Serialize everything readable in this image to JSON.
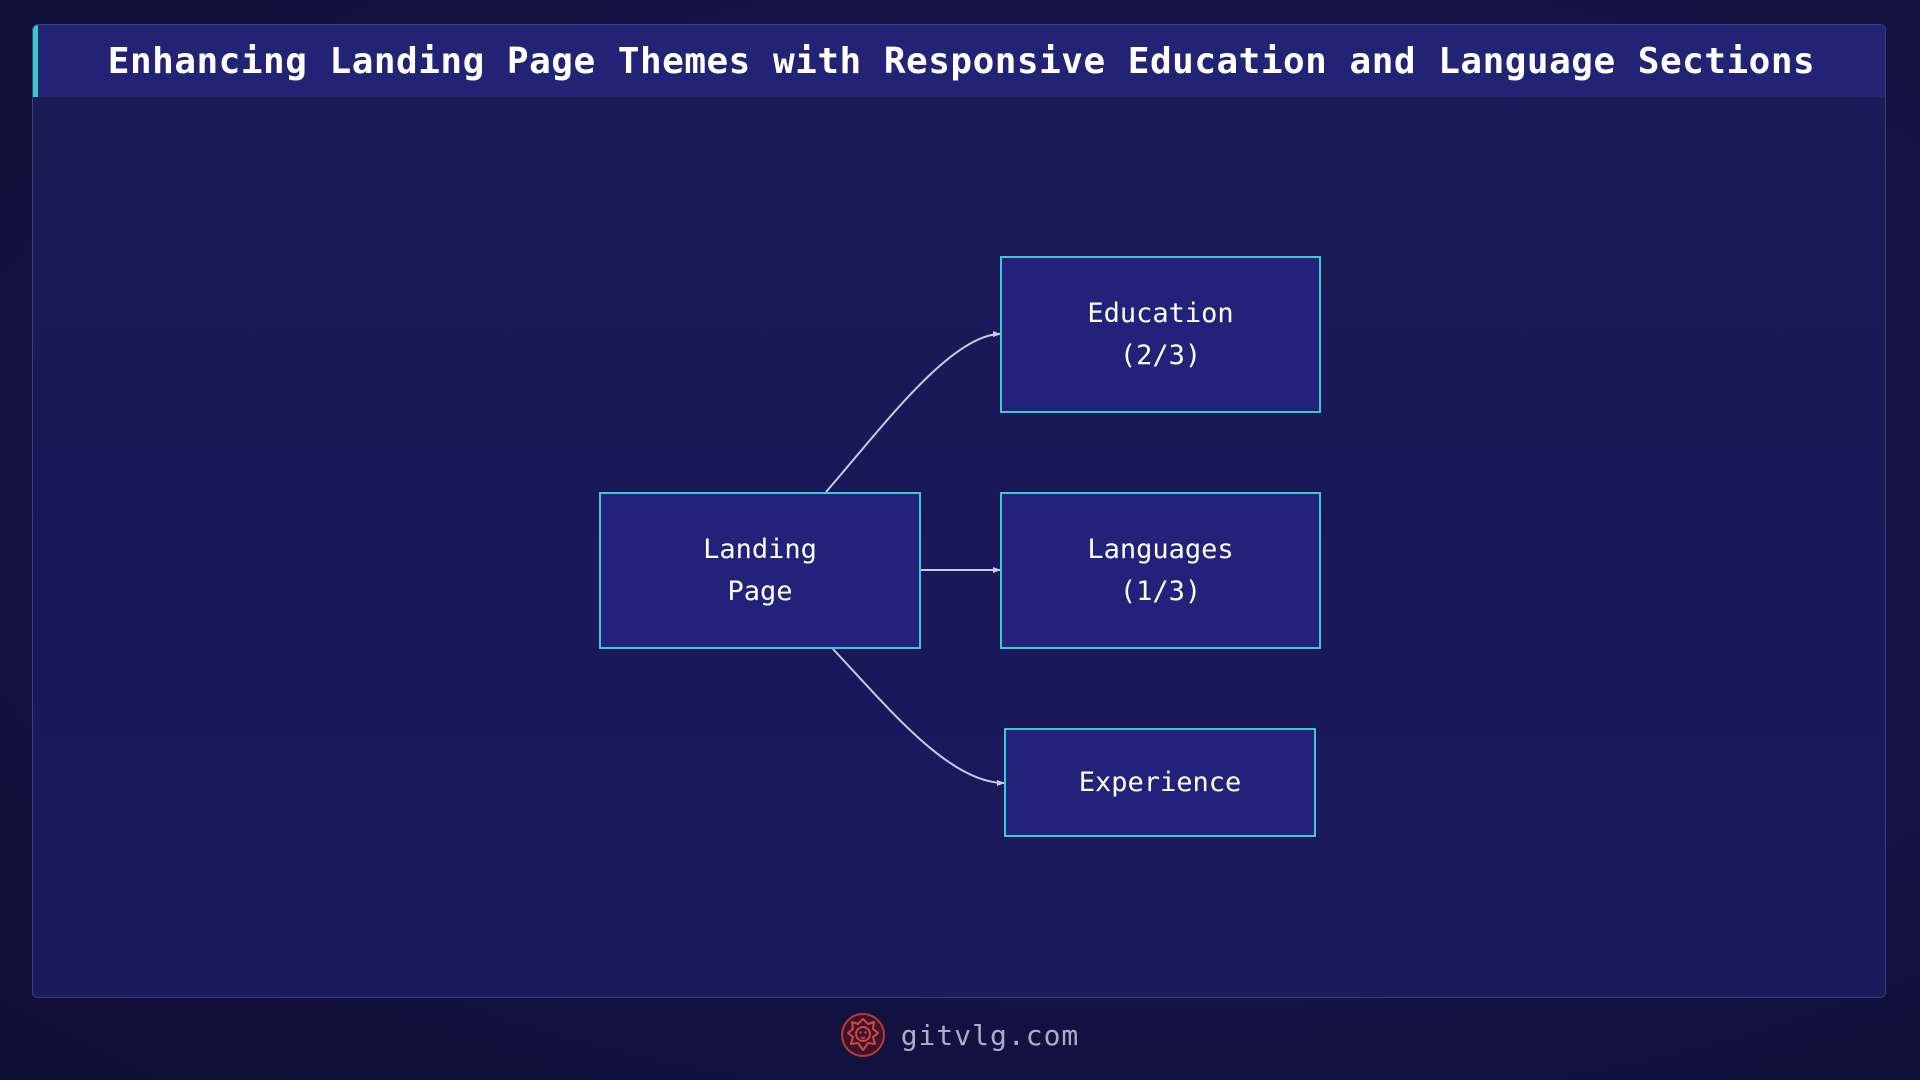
{
  "title": "Enhancing Landing Page Themes with Responsive Education and Language Sections",
  "colors": {
    "background": "#141449",
    "title_bar": "#232376",
    "title_accent": "#37c9c9",
    "node_fill": "#22227a",
    "node_border": "#3fc8cf",
    "edge": "#c9cbe0",
    "logo": "#c0392b"
  },
  "diagram": {
    "nodes": [
      {
        "id": "landing",
        "lines": [
          "Landing",
          "Page"
        ]
      },
      {
        "id": "education",
        "lines": [
          "Education",
          "(2/3)"
        ]
      },
      {
        "id": "languages",
        "lines": [
          "Languages",
          "(1/3)"
        ]
      },
      {
        "id": "experience",
        "lines": [
          "Experience"
        ]
      }
    ],
    "edges": [
      {
        "from": "landing",
        "to": "education"
      },
      {
        "from": "landing",
        "to": "languages"
      },
      {
        "from": "landing",
        "to": "experience"
      }
    ]
  },
  "footer": {
    "logo_icon": "lion-logo-icon",
    "text": "gitvlg.com"
  }
}
